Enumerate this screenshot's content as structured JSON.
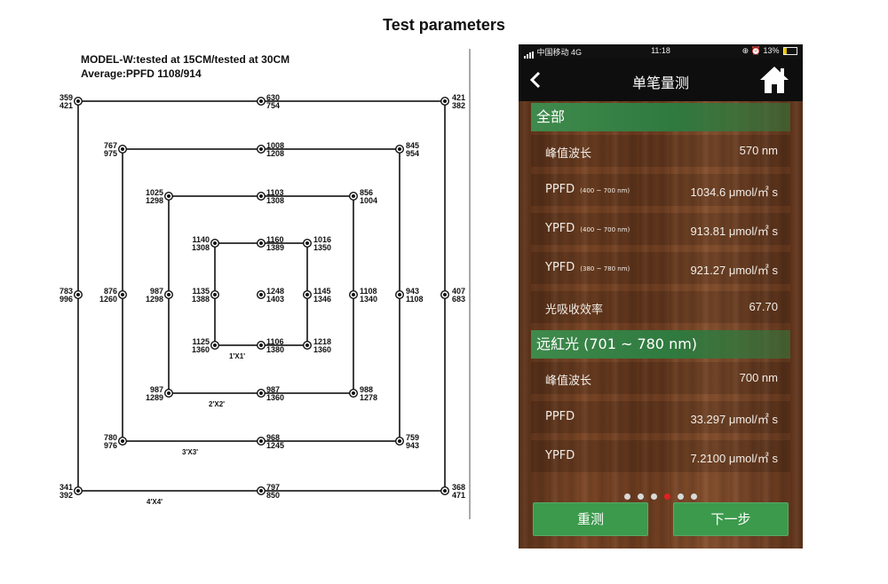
{
  "page_title": "Test parameters",
  "diagram": {
    "heading_line1": "MODEL-W:tested at 15CM/tested at 30CM",
    "heading_line2": "Average:PPFD 1108/914",
    "squares": [
      {
        "label": "4'X4'",
        "points": [
          {
            "pos": "tl",
            "a": "359",
            "b": "421"
          },
          {
            "pos": "tc",
            "a": "630",
            "b": "754"
          },
          {
            "pos": "tr",
            "a": "421",
            "b": "382"
          },
          {
            "pos": "ml",
            "a": "783",
            "b": "996"
          },
          {
            "pos": "mr",
            "a": "407",
            "b": "683"
          },
          {
            "pos": "bl",
            "a": "341",
            "b": "392"
          },
          {
            "pos": "bc",
            "a": "797",
            "b": "850"
          },
          {
            "pos": "br",
            "a": "368",
            "b": "471"
          }
        ]
      },
      {
        "label": "3'X3'",
        "points": [
          {
            "pos": "tl",
            "a": "767",
            "b": "975"
          },
          {
            "pos": "tc",
            "a": "1008",
            "b": "1208"
          },
          {
            "pos": "tr",
            "a": "845",
            "b": "954"
          },
          {
            "pos": "ml",
            "a": "876",
            "b": "1260"
          },
          {
            "pos": "mr",
            "a": "943",
            "b": "1108"
          },
          {
            "pos": "bl",
            "a": "780",
            "b": "976"
          },
          {
            "pos": "bc",
            "a": "968",
            "b": "1245"
          },
          {
            "pos": "br",
            "a": "759",
            "b": "943"
          }
        ]
      },
      {
        "label": "2'X2'",
        "points": [
          {
            "pos": "tl",
            "a": "1025",
            "b": "1298"
          },
          {
            "pos": "tc",
            "a": "1103",
            "b": "1308"
          },
          {
            "pos": "tr",
            "a": "856",
            "b": "1004"
          },
          {
            "pos": "ml",
            "a": "987",
            "b": "1298"
          },
          {
            "pos": "mr",
            "a": "1108",
            "b": "1340"
          },
          {
            "pos": "bl",
            "a": "987",
            "b": "1289"
          },
          {
            "pos": "bc",
            "a": "987",
            "b": "1360"
          },
          {
            "pos": "br",
            "a": "988",
            "b": "1278"
          }
        ]
      },
      {
        "label": "1'X1'",
        "points": [
          {
            "pos": "tl",
            "a": "1140",
            "b": "1308"
          },
          {
            "pos": "tc",
            "a": "1160",
            "b": "1389"
          },
          {
            "pos": "tr",
            "a": "1016",
            "b": "1350"
          },
          {
            "pos": "ml",
            "a": "1135",
            "b": "1388"
          },
          {
            "pos": "mr",
            "a": "1145",
            "b": "1346"
          },
          {
            "pos": "bl",
            "a": "1125",
            "b": "1360"
          },
          {
            "pos": "bc",
            "a": "1106",
            "b": "1380"
          },
          {
            "pos": "br",
            "a": "1218",
            "b": "1360"
          }
        ]
      }
    ],
    "center": {
      "a": "1248",
      "b": "1403"
    }
  },
  "phone": {
    "status": {
      "carrier": "中国移动",
      "network": "4G",
      "time": "11:18",
      "battery": "13%"
    },
    "nav": {
      "title": "单笔量测"
    },
    "section1": {
      "title": "全部",
      "rows": [
        {
          "label": "峰值波长",
          "sub": "",
          "value": "570 nm"
        },
        {
          "label": "PPFD",
          "sub": "(400 ~ 700 nm)",
          "value": "1034.6 μmol/㎡ s"
        },
        {
          "label": "YPFD",
          "sub": "(400 ~ 700 nm)",
          "value": "913.81 μmol/㎡ s"
        },
        {
          "label": "YPFD",
          "sub": "(380 ~ 780 nm)",
          "value": "921.27 μmol/㎡ s"
        },
        {
          "label": "光吸收效率",
          "sub": "",
          "value": "67.70"
        }
      ]
    },
    "section2": {
      "title": "远紅光 (701 ~ 780 nm)",
      "rows": [
        {
          "label": "峰值波长",
          "sub": "",
          "value": "700 nm"
        },
        {
          "label": "PPFD",
          "sub": "",
          "value": "33.297 μmol/㎡ s"
        },
        {
          "label": "YPFD",
          "sub": "",
          "value": "7.2100 μmol/㎡ s"
        }
      ]
    },
    "pagination": {
      "count": 6,
      "active": 3
    },
    "buttons": {
      "retest": "重测",
      "next": "下一步"
    }
  }
}
